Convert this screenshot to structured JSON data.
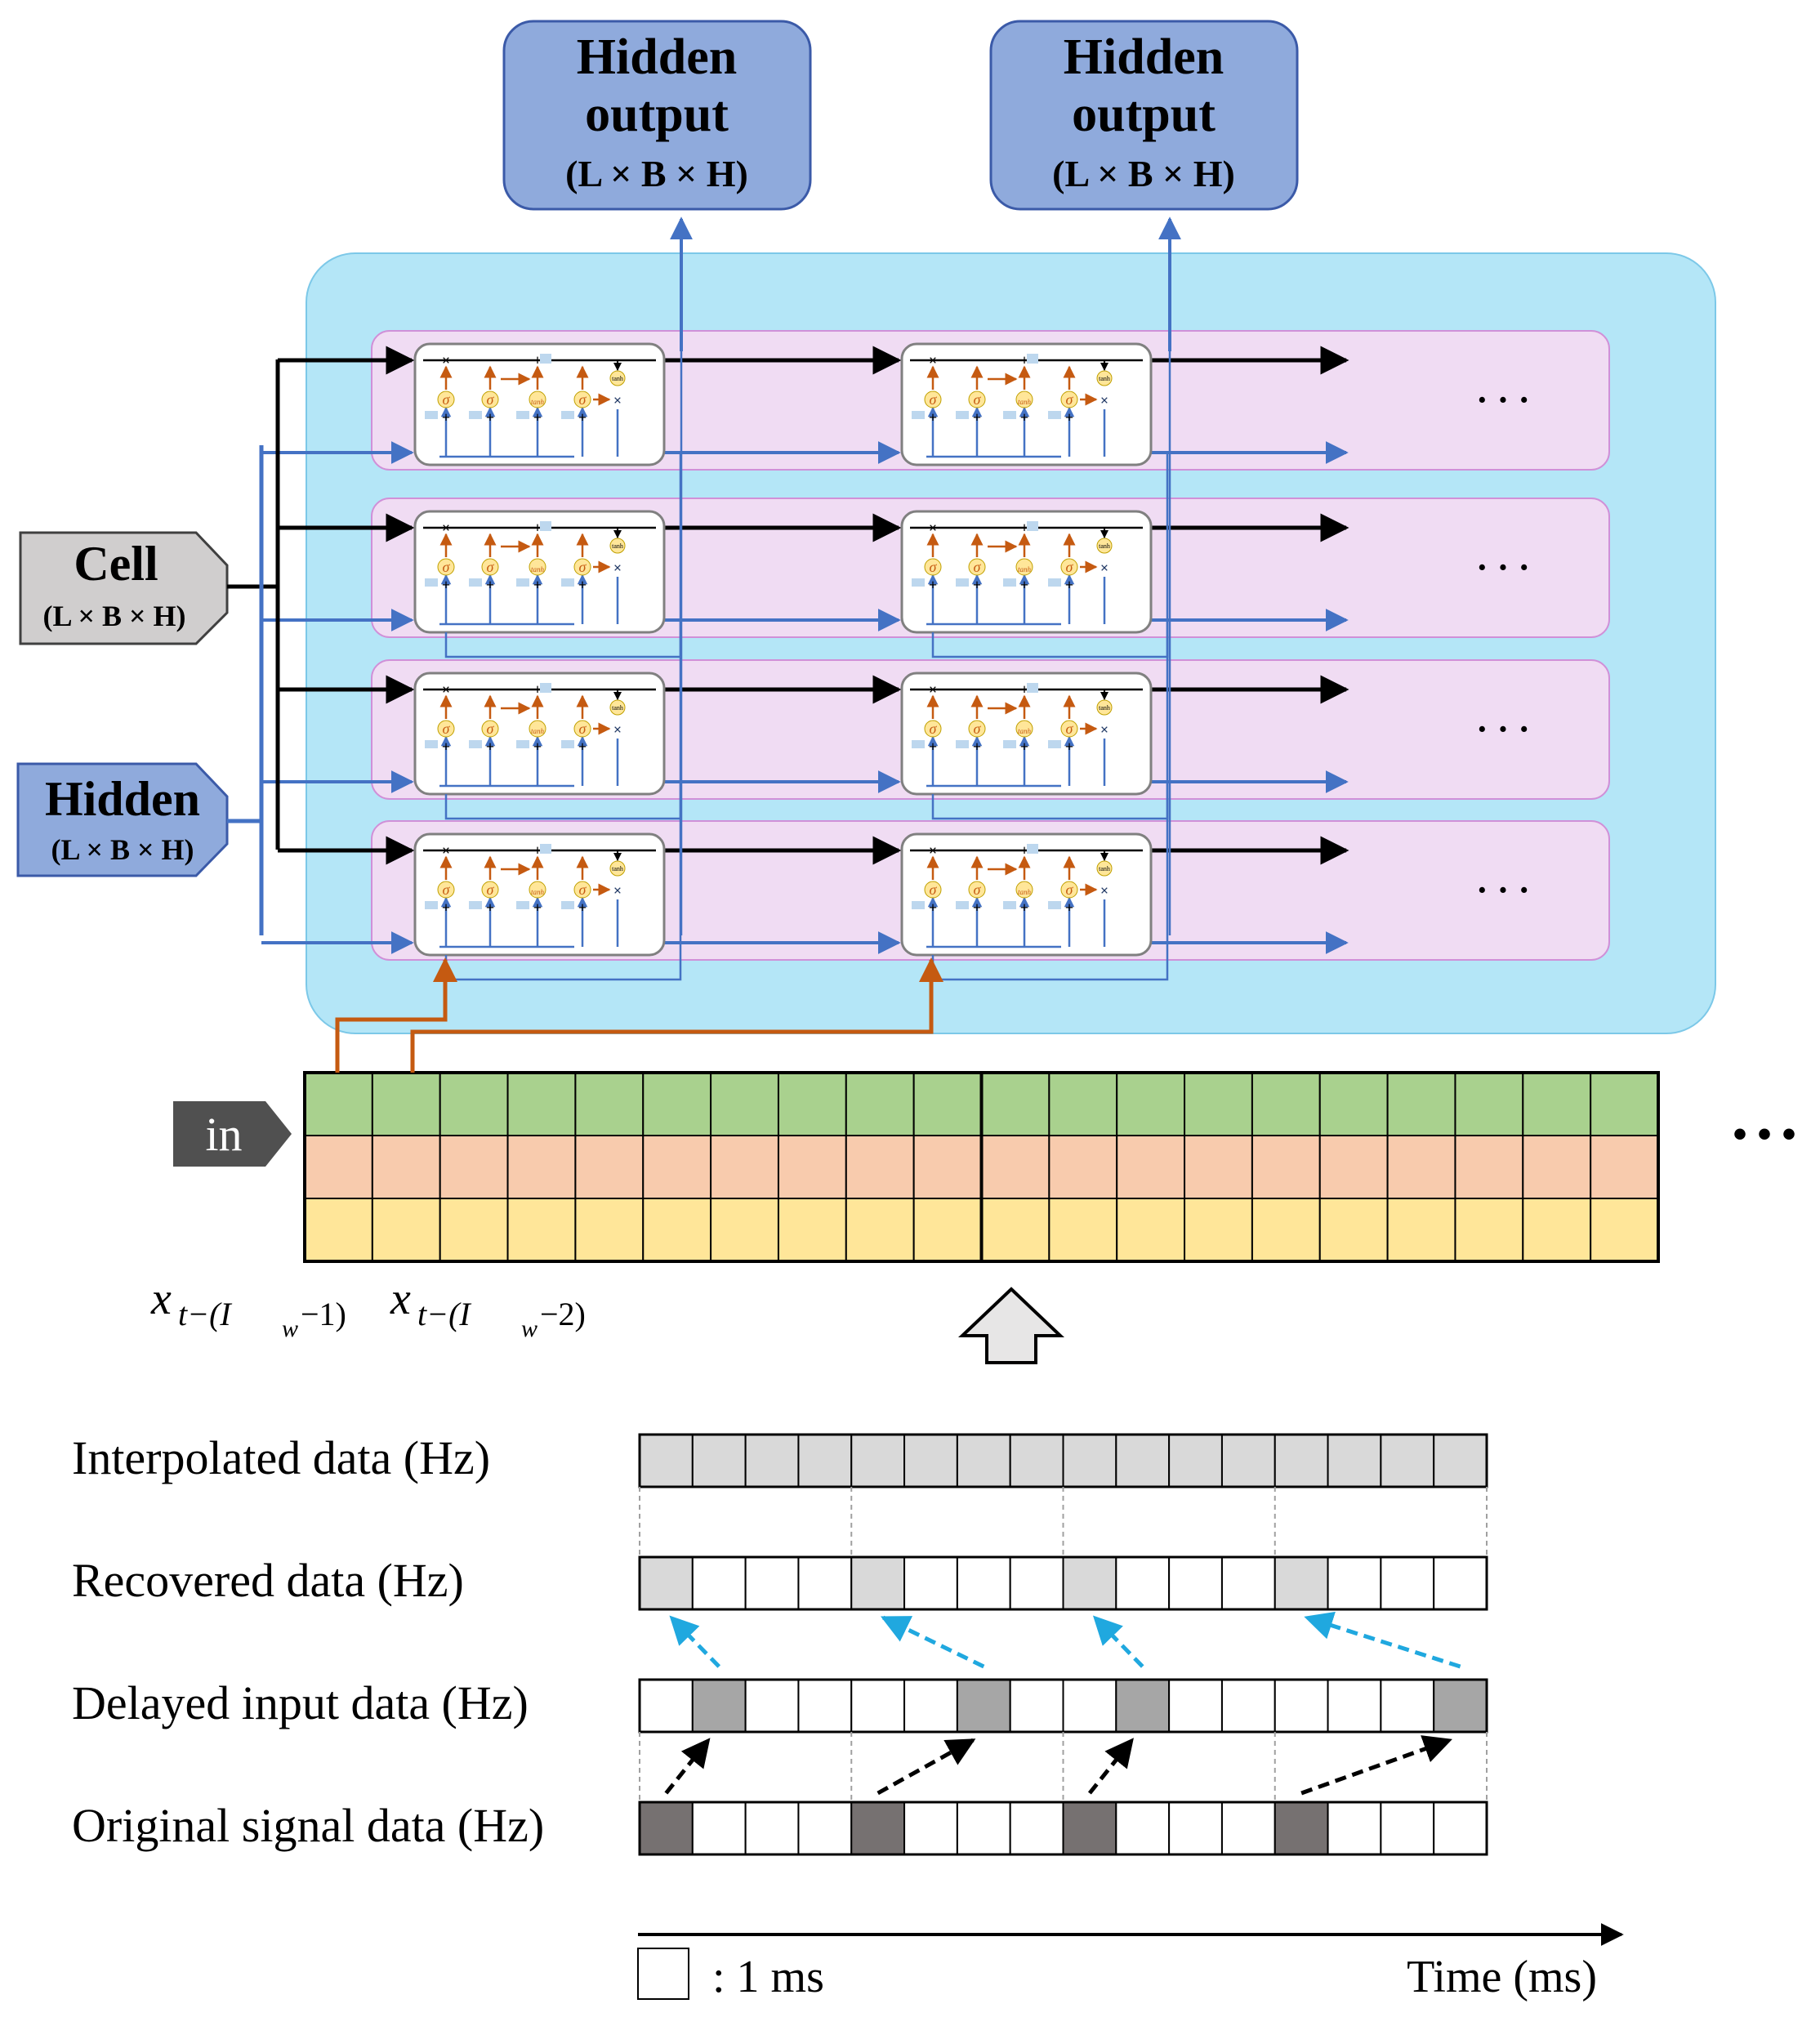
{
  "outputs": [
    {
      "title_line1": "Hidden",
      "title_line2": "output",
      "dims": "(L × B × H)"
    },
    {
      "title_line1": "Hidden",
      "title_line2": "output",
      "dims": "(L × B × H)"
    }
  ],
  "cell_state": {
    "label": "Cell",
    "dims": "(L × B × H)"
  },
  "hidden_state": {
    "label": "Hidden",
    "dims": "(L × B × H)"
  },
  "input_tag": {
    "label": "in"
  },
  "layer_ellipsis": "· · ·",
  "input_ellipsis": "• • •",
  "lstm_layers": 4,
  "lstm_steps_shown": 2,
  "lstm_cell_glyphs": {
    "multiply": "×",
    "add": "+",
    "sigma": "σ",
    "tanh": "tanh"
  },
  "input_window": {
    "rows": 3,
    "columns": 20,
    "row_colors": [
      "#a9d18e",
      "#f8cbad",
      "#ffe699"
    ],
    "labels": {
      "first": {
        "base": "x",
        "sub": "t−(I",
        "sub2": "w",
        "tail": "−1)"
      },
      "second": {
        "base": "x",
        "sub": "t−(I",
        "sub2": "w",
        "tail": "−2)"
      }
    }
  },
  "timing": {
    "rows": [
      {
        "label": "Interpolated data (Hz)",
        "filled": [
          0,
          1,
          2,
          3,
          4,
          5,
          6,
          7,
          8,
          9,
          10,
          11,
          12,
          13,
          14,
          15
        ],
        "fill": "#d9d9d9"
      },
      {
        "label": "Recovered data (Hz)",
        "filled": [
          0,
          4,
          8,
          12
        ],
        "fill": "#d9d9d9"
      },
      {
        "label": "Delayed input data (Hz)",
        "filled": [
          1,
          6,
          9,
          15
        ],
        "fill": "#a6a6a6"
      },
      {
        "label": "Original signal data (Hz)",
        "filled": [
          0,
          4,
          8,
          12
        ],
        "fill": "#767171"
      }
    ],
    "cells_per_row": 16,
    "legend_label": ": 1 ms",
    "axis_label": "Time (ms)"
  },
  "colors": {
    "container": "#b4e6f7",
    "layer_band": "#f0dcf3",
    "hidden_box": "#8faadc",
    "cell_box": "#d0cece",
    "blue_line": "#4472c4",
    "orange_line": "#c55a11",
    "cyan_arrow": "#20a8df"
  }
}
